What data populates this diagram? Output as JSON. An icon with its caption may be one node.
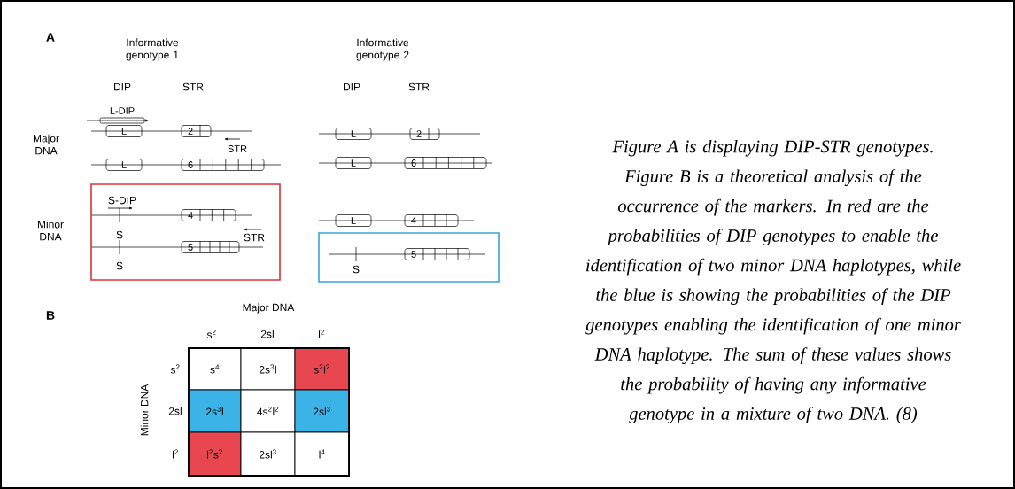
{
  "diagram": {
    "caption": "Figure A is displaying DIP-STR genotypes. Figure B is a theoretical analysis of the occurrence of the markers. In red are the probabilities of DIP genotypes to enable the identification of two minor DNA haplotypes, while the blue is showing the probabilities of the DIP genotypes enabling the identification of one minor DNA haplotype. The sum of these values shows the probability of having any informative genotype in a mixture of two DNA. (8)",
    "nodes": [
      {
        "text": [
          "L"
        ]
      },
      {
        "text": [
          "2"
        ]
      },
      {
        "text": [
          "L"
        ]
      },
      {
        "text": [
          "6"
        ]
      },
      {
        "text": [
          "S-DIP",
          "S",
          "STR",
          "S"
        ]
      },
      {
        "text": [
          "4"
        ],
        "in": 4
      },
      {
        "text": [
          "5"
        ],
        "in": 4
      },
      {
        "text": [
          "L"
        ]
      },
      {
        "text": [
          "2"
        ]
      },
      {
        "text": [
          "L"
        ]
      },
      {
        "text": [
          "6"
        ]
      },
      {
        "text": [
          "L"
        ]
      },
      {
        "text": [
          "4"
        ]
      },
      {
        "text": [
          "S"
        ]
      },
      {
        "text": [
          "5"
        ],
        "in": 13
      }
    ],
    "labels": [
      "A",
      "Informative genotype 1",
      "Informative genotype 2",
      "DIP",
      "STR",
      "DIP",
      "STR",
      "L-DIP",
      "Major DNA",
      "STR",
      "Minor DNA",
      "B",
      "Major DNA",
      "s$^{2}$",
      "2sl",
      "l$^{2}$",
      "Minor DNA",
      "s$^{2}$",
      "s$^{4}$",
      "2s$^{3}$l",
      "s$^{2}$l$^{2}$",
      "2sl",
      "2s$^{3}$l",
      "4s$^{2}$l$^{2}$",
      "2sl$^{3}$",
      "l$^{2}$",
      "l$^{2}$s$^{2}$",
      "2sl$^{3}$",
      "l$^{4}$"
    ]
  }
}
